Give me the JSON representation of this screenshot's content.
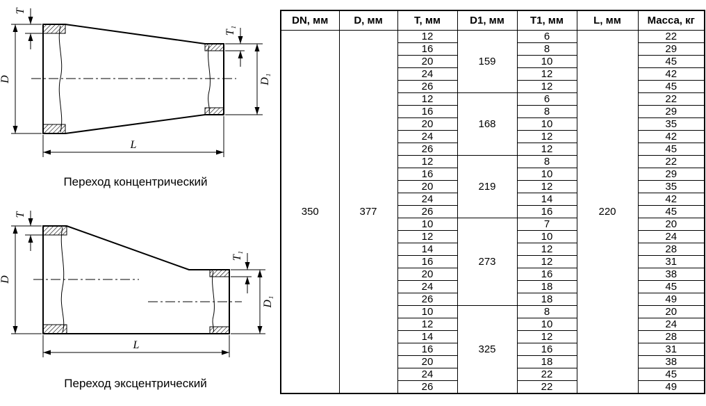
{
  "drawings": {
    "concentric": {
      "caption": "Переход концентрический",
      "dim_d": "D",
      "dim_d1": "D₁",
      "dim_t": "T",
      "dim_t1": "T₁",
      "dim_l": "L"
    },
    "eccentric": {
      "caption": "Переход эксцентрический",
      "dim_d": "D",
      "dim_d1": "D₁",
      "dim_t": "T",
      "dim_t1": "T₁",
      "dim_l": "L"
    }
  },
  "table": {
    "headers": [
      "DN, мм",
      "D, мм",
      "T, мм",
      "D1, мм",
      "T1, мм",
      "L, мм",
      "Масса, кг"
    ],
    "dn": "350",
    "d": "377",
    "l": "220",
    "groups": [
      {
        "d1": "159",
        "rows": [
          [
            "12",
            "6",
            "22"
          ],
          [
            "16",
            "8",
            "29"
          ],
          [
            "20",
            "10",
            "45"
          ],
          [
            "24",
            "12",
            "42"
          ],
          [
            "26",
            "12",
            "45"
          ]
        ]
      },
      {
        "d1": "168",
        "rows": [
          [
            "12",
            "6",
            "22"
          ],
          [
            "16",
            "8",
            "29"
          ],
          [
            "20",
            "10",
            "35"
          ],
          [
            "24",
            "12",
            "42"
          ],
          [
            "26",
            "12",
            "45"
          ]
        ]
      },
      {
        "d1": "219",
        "rows": [
          [
            "12",
            "8",
            "22"
          ],
          [
            "16",
            "10",
            "29"
          ],
          [
            "20",
            "12",
            "35"
          ],
          [
            "24",
            "14",
            "42"
          ],
          [
            "26",
            "16",
            "45"
          ]
        ]
      },
      {
        "d1": "273",
        "rows": [
          [
            "10",
            "7",
            "20"
          ],
          [
            "12",
            "10",
            "24"
          ],
          [
            "14",
            "12",
            "28"
          ],
          [
            "16",
            "12",
            "31"
          ],
          [
            "20",
            "16",
            "38"
          ],
          [
            "24",
            "18",
            "45"
          ],
          [
            "26",
            "18",
            "49"
          ]
        ]
      },
      {
        "d1": "325",
        "rows": [
          [
            "10",
            "8",
            "20"
          ],
          [
            "12",
            "10",
            "24"
          ],
          [
            "14",
            "12",
            "28"
          ],
          [
            "16",
            "16",
            "31"
          ],
          [
            "20",
            "18",
            "38"
          ],
          [
            "24",
            "22",
            "45"
          ],
          [
            "26",
            "22",
            "49"
          ]
        ]
      }
    ]
  }
}
